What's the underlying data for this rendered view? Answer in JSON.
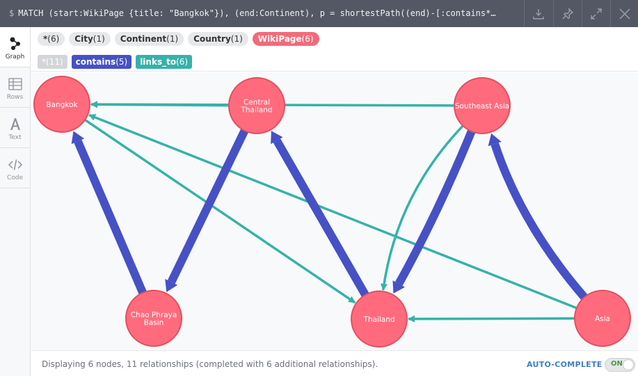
{
  "query_bar": {
    "prompt": "$",
    "query": "MATCH (start:WikiPage {title: \"Bangkok\"}), (end:Continent), p = shortestPath((end)-[:contains*…"
  },
  "sidebar": {
    "items": [
      {
        "label": "Graph",
        "icon": "graph-icon",
        "active": true
      },
      {
        "label": "Rows",
        "icon": "table-icon"
      },
      {
        "label": "Text",
        "icon": "text-icon"
      },
      {
        "label": "Code",
        "icon": "code-icon"
      }
    ]
  },
  "node_labels": [
    {
      "name": "*",
      "count": "(6)"
    },
    {
      "name": "City",
      "count": "(1)"
    },
    {
      "name": "Continent",
      "count": "(1)"
    },
    {
      "name": "Country",
      "count": "(1)"
    },
    {
      "name": "WikiPage",
      "count": "(6)"
    }
  ],
  "relationship_types": [
    {
      "name": "*",
      "count": "(11)"
    },
    {
      "name": "contains",
      "count": "(5)"
    },
    {
      "name": "links_to",
      "count": "(6)"
    }
  ],
  "colors": {
    "node_fill": "#ff6b7d",
    "node_stroke": "#e1505f",
    "contains": "#4651c5",
    "links_to": "#35b2ab"
  },
  "graph": {
    "nodes": [
      {
        "id": "bangkok",
        "label": [
          "Bangkok"
        ]
      },
      {
        "id": "central",
        "label": [
          "Central",
          "Thailand"
        ]
      },
      {
        "id": "sea",
        "label": [
          "Southeast Asia"
        ]
      },
      {
        "id": "chao",
        "label": [
          "Chao Phraya",
          "Basin"
        ]
      },
      {
        "id": "thailand",
        "label": [
          "Thailand"
        ]
      },
      {
        "id": "asia",
        "label": [
          "Asia"
        ]
      }
    ],
    "relationships": [
      {
        "source": "central",
        "target": "bangkok",
        "type": "links_to"
      },
      {
        "source": "sea",
        "target": "bangkok",
        "type": "links_to"
      },
      {
        "source": "asia",
        "target": "bangkok",
        "type": "links_to"
      },
      {
        "source": "bangkok",
        "target": "thailand",
        "type": "links_to"
      },
      {
        "source": "sea",
        "target": "thailand",
        "type": "links_to"
      },
      {
        "source": "asia",
        "target": "thailand",
        "type": "links_to"
      },
      {
        "source": "asia",
        "target": "sea",
        "type": "contains"
      },
      {
        "source": "sea",
        "target": "thailand",
        "type": "contains"
      },
      {
        "source": "thailand",
        "target": "central",
        "type": "contains"
      },
      {
        "source": "central",
        "target": "chao",
        "type": "contains"
      },
      {
        "source": "chao",
        "target": "bangkok",
        "type": "contains"
      }
    ]
  },
  "footer": {
    "status": "Displaying 6 nodes, 11 relationships (completed with 6 additional relationships).",
    "autocomplete_label": "AUTO-COMPLETE",
    "toggle_state": "ON"
  }
}
